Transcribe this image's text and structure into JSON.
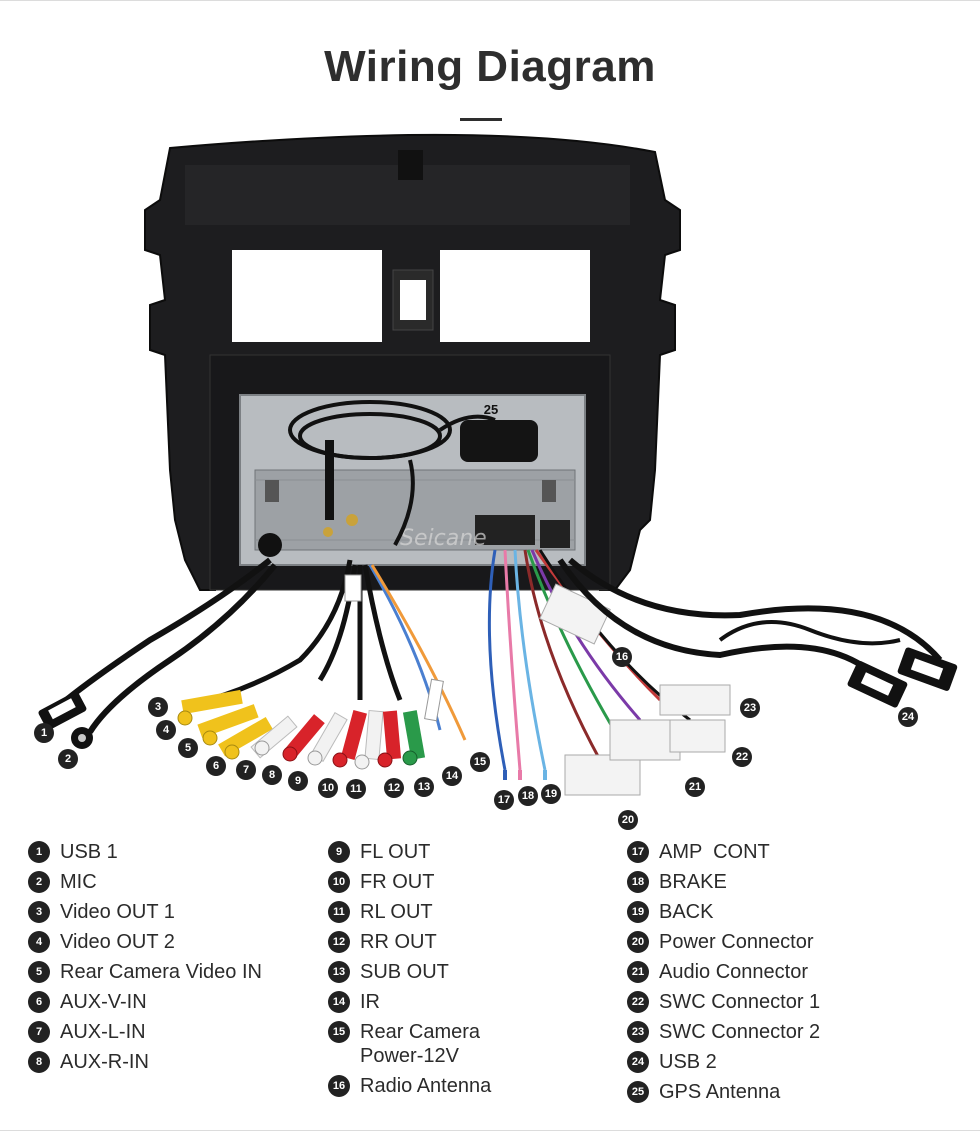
{
  "title": "Wiring Diagram",
  "watermark": "Seicane",
  "image_numbers": [
    "1",
    "2",
    "3",
    "4",
    "5",
    "6",
    "7",
    "8",
    "9",
    "10",
    "11",
    "12",
    "13",
    "14",
    "15",
    "16",
    "17",
    "18",
    "19",
    "20",
    "21",
    "22",
    "23",
    "24",
    "25"
  ],
  "legend": {
    "col1": [
      {
        "num": "1",
        "label": "USB 1"
      },
      {
        "num": "2",
        "label": "MIC"
      },
      {
        "num": "3",
        "label": "Video OUT 1"
      },
      {
        "num": "4",
        "label": "Video OUT 2"
      },
      {
        "num": "5",
        "label": "Rear Camera Video IN"
      },
      {
        "num": "6",
        "label": "AUX-V-IN"
      },
      {
        "num": "7",
        "label": "AUX-L-IN"
      },
      {
        "num": "8",
        "label": "AUX-R-IN"
      }
    ],
    "col2": [
      {
        "num": "9",
        "label": "FL OUT"
      },
      {
        "num": "10",
        "label": "FR OUT"
      },
      {
        "num": "11",
        "label": "RL OUT"
      },
      {
        "num": "12",
        "label": "RR OUT"
      },
      {
        "num": "13",
        "label": "SUB OUT"
      },
      {
        "num": "14",
        "label": "IR"
      },
      {
        "num": "15",
        "label": "Rear Camera Power-12V"
      },
      {
        "num": "16",
        "label": "Radio Antenna"
      }
    ],
    "col3": [
      {
        "num": "17",
        "label": "AMP  CONT"
      },
      {
        "num": "18",
        "label": "BRAKE"
      },
      {
        "num": "19",
        "label": "BACK"
      },
      {
        "num": "20",
        "label": "Power Connector"
      },
      {
        "num": "21",
        "label": "Audio Connector"
      },
      {
        "num": "22",
        "label": "SWC Connector 1"
      },
      {
        "num": "23",
        "label": "SWC Connector 2"
      },
      {
        "num": "24",
        "label": "USB 2"
      },
      {
        "num": "25",
        "label": "GPS Antenna"
      }
    ]
  }
}
